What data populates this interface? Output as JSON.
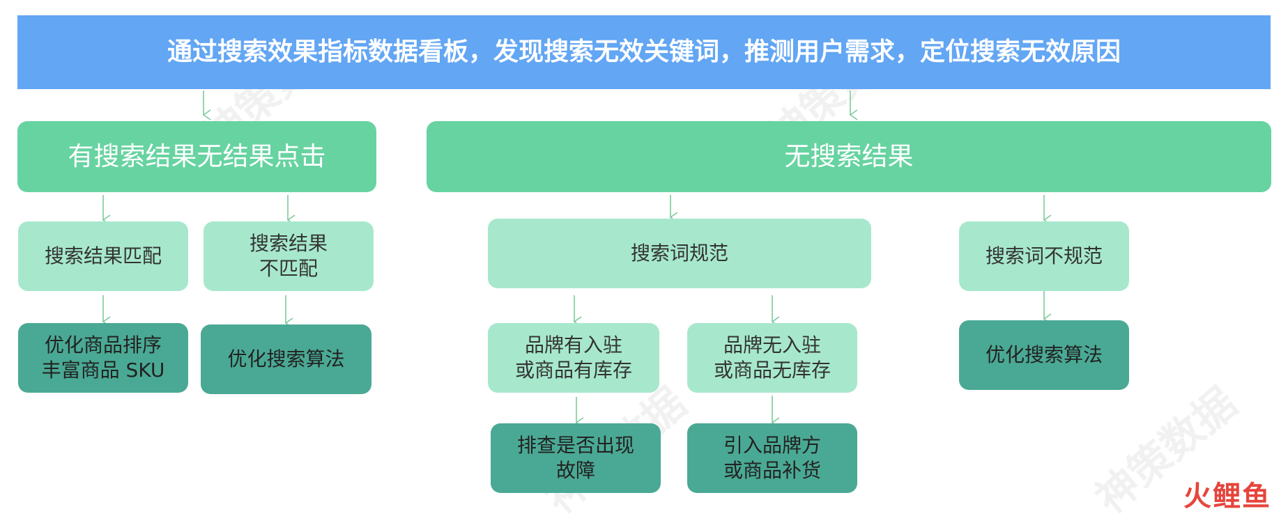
{
  "banner": "通过搜索效果指标数据看板，发现搜索无效关键词，推测用户需求，定位搜索无效原因",
  "level1": {
    "left": "有搜索结果无结果点击",
    "right": "无搜索结果"
  },
  "level2": {
    "match": "搜索结果匹配",
    "nomatch": "搜索结果\n不匹配",
    "normative": "搜索词规范",
    "nonnormative": "搜索词不规范"
  },
  "level3": {
    "brand_yes": "品牌有入驻\n或商品有库存",
    "brand_no": "品牌无入驻\n或商品无库存"
  },
  "actions": {
    "optimize_sort": "优化商品排序\n丰富商品 SKU",
    "optimize_algo_1": "优化搜索算法",
    "check_fault": "排查是否出现\n故障",
    "introduce_brand": "引入品牌方\n或商品补货",
    "optimize_algo_2": "优化搜索算法"
  },
  "logo": "火鲤鱼",
  "colors": {
    "banner": "#62a6f4",
    "level1": "#67d3a1",
    "level2": "#a7e8cd",
    "action": "#4aa994",
    "arrow": "#7cc99a"
  }
}
